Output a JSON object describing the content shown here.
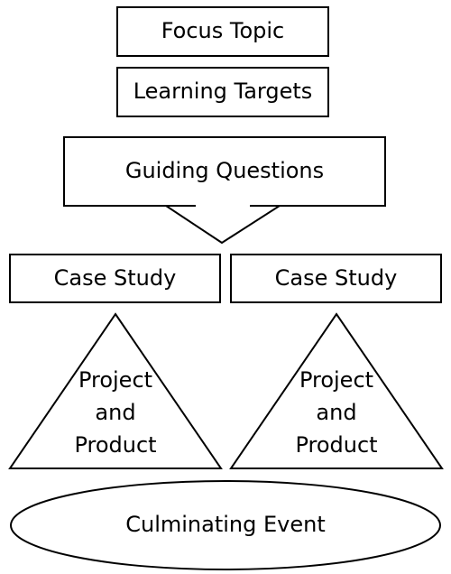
{
  "diagram": {
    "focus_topic": "Focus Topic",
    "learning_targets": "Learning Targets",
    "guiding_questions": "Guiding Questions",
    "case_study_left": "Case Study",
    "case_study_right": "Case Study",
    "product_left": {
      "line1": "Project",
      "line2": "and",
      "line3": "Product"
    },
    "product_right": {
      "line1": "Project",
      "line2": "and",
      "line3": "Product"
    },
    "culminating_event": "Culminating Event"
  },
  "colors": {
    "stroke": "#000000",
    "fill": "#ffffff",
    "text": "#000000"
  }
}
